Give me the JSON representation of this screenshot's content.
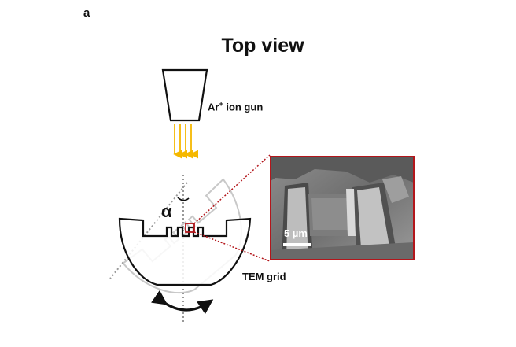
{
  "panel_letter": "a",
  "title": "Top view",
  "ion_gun": {
    "label_main": "Ar",
    "label_sup": "+",
    "label_rest": " ion gun"
  },
  "tem_grid_label": "TEM grid",
  "angle_symbol": "α",
  "inset": {
    "scale_bar_label": "5 µm"
  },
  "colors": {
    "ion_beam": "#f5b800",
    "inset_border": "#b3161b",
    "ghost_outline": "#c8c8c8",
    "outline": "#111111"
  },
  "icons": [
    "ion-gun-icon",
    "ion-beam-arrows-icon",
    "tem-grid-icon",
    "rotation-arrow-icon"
  ]
}
